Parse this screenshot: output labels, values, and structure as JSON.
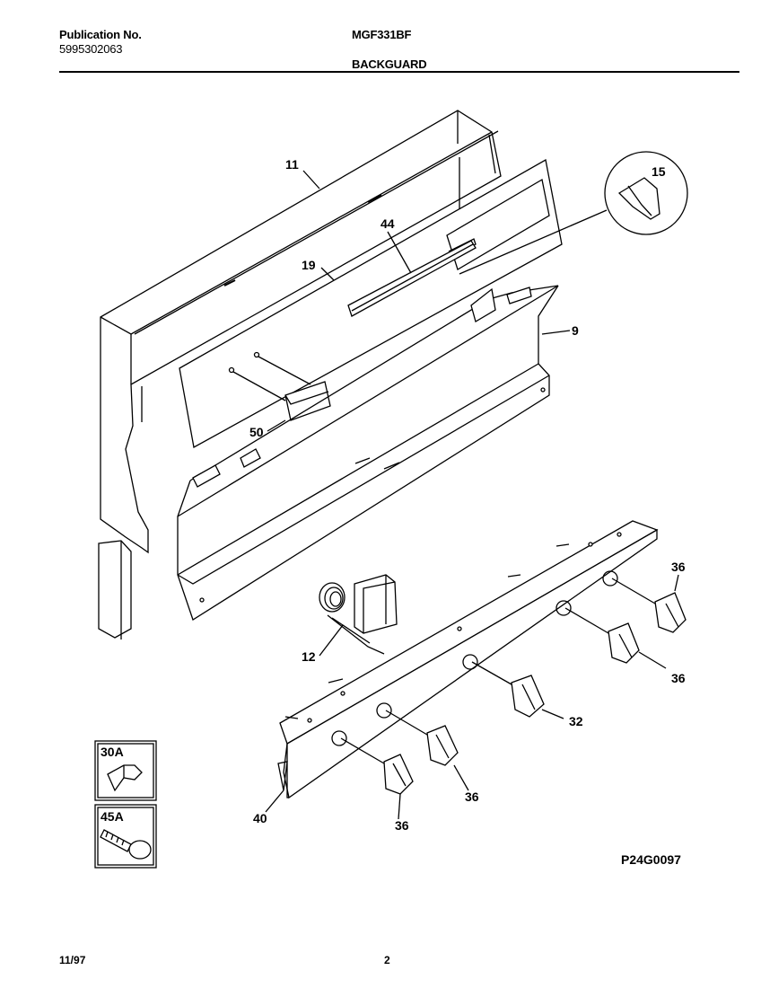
{
  "header": {
    "publication_label": "Publication No.",
    "publication_number": "5995302063",
    "model": "MGF331BF",
    "section_title": "BACKGUARD"
  },
  "diagram": {
    "part_labels": {
      "p11": "11",
      "p15": "15",
      "p44": "44",
      "p19": "19",
      "p9": "9",
      "p50": "50",
      "p12": "12",
      "p36a": "36",
      "p36b": "36",
      "p32": "32",
      "p36c": "36",
      "p36d": "36",
      "p40": "40",
      "p30a": "30A",
      "p45a": "45A"
    },
    "drawing_number": "P24G0097"
  },
  "footer": {
    "date": "11/97",
    "page": "2"
  }
}
